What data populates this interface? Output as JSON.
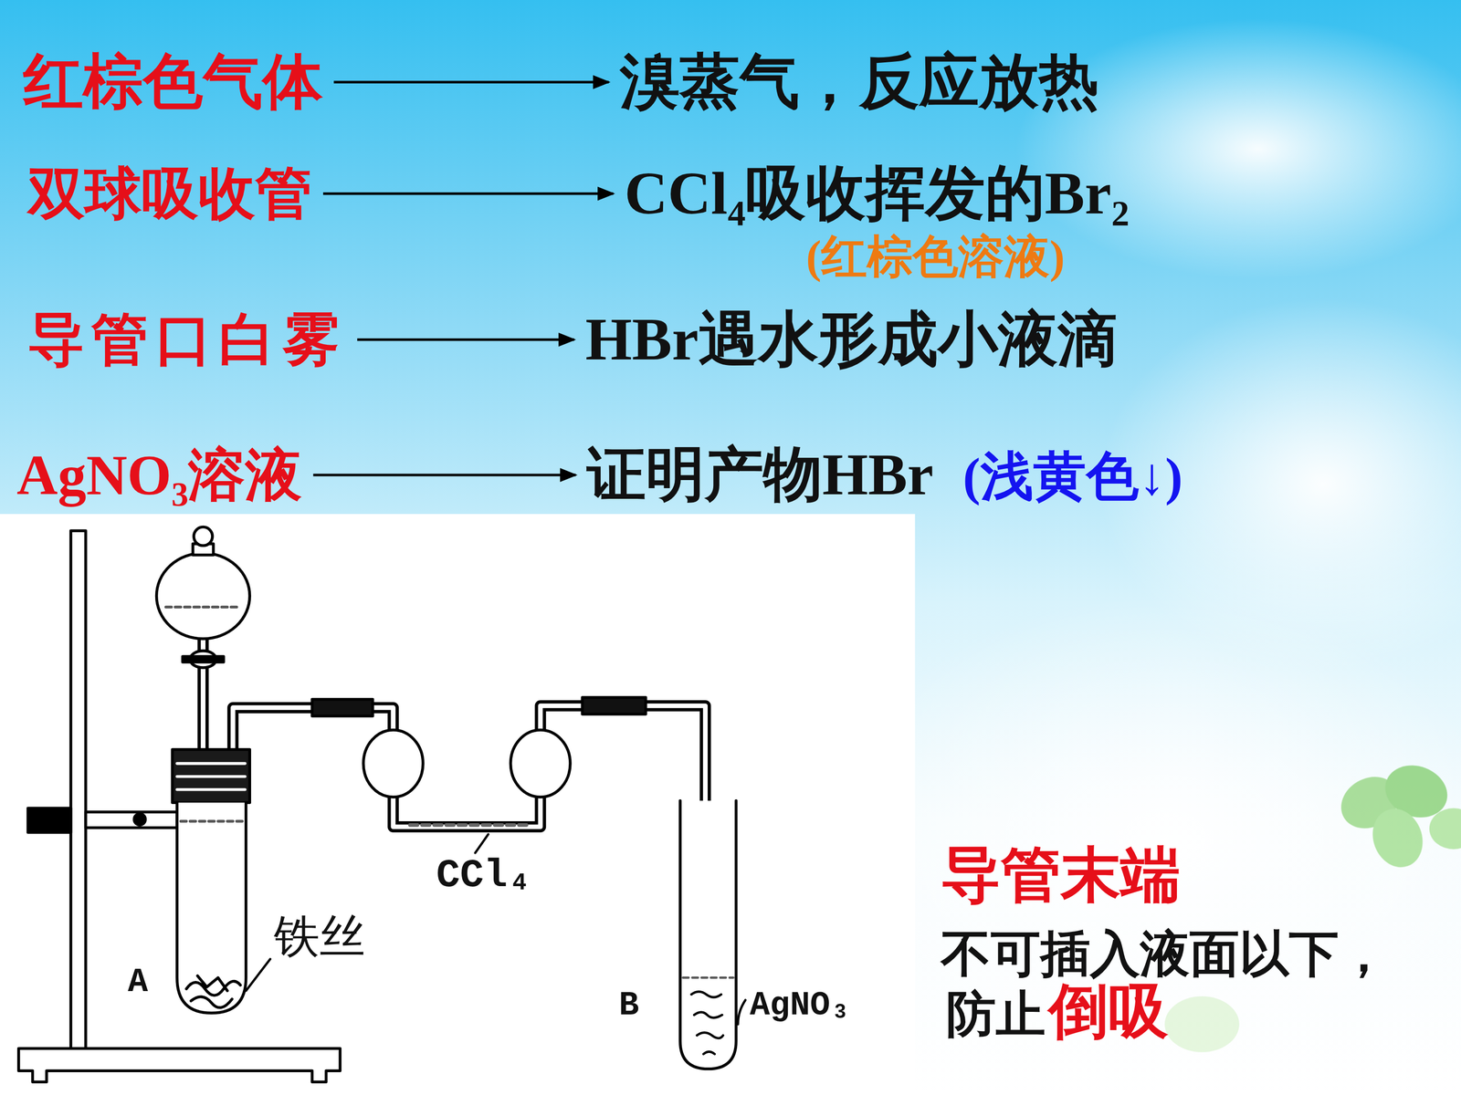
{
  "diagram": {
    "nodes": [
      {
        "text": [
          "红棕色气体"
        ]
      },
      {
        "text": [
          "溴蒸气，反应放热"
        ]
      },
      {
        "text": [
          "双球吸收管"
        ]
      },
      {
        "text": [
          "CCl₄吸收挥发的Br₂",
          "(红棕色溶液)"
        ]
      },
      {
        "text": [
          "导管口白雾"
        ]
      },
      {
        "text": [
          "HBr遇水形成小液滴"
        ]
      },
      {
        "text": [
          "AgNO₃溶液"
        ]
      },
      {
        "text": [
          "证明产物HBr",
          "(浅黄色↓)"
        ]
      }
    ],
    "edges": [
      {
        "from": 0,
        "to": 1,
        "arrow": "to"
      },
      {
        "from": 2,
        "to": 3,
        "arrow": "to"
      },
      {
        "from": 4,
        "to": 5,
        "arrow": "to"
      },
      {
        "from": 6,
        "to": 7,
        "arrow": "to"
      }
    ],
    "labels": [
      "CCl₄",
      "铁丝",
      "A",
      "B",
      "AgNO₃",
      "导管末端",
      "不可插入液面以下，",
      "防止",
      "倒吸"
    ]
  }
}
